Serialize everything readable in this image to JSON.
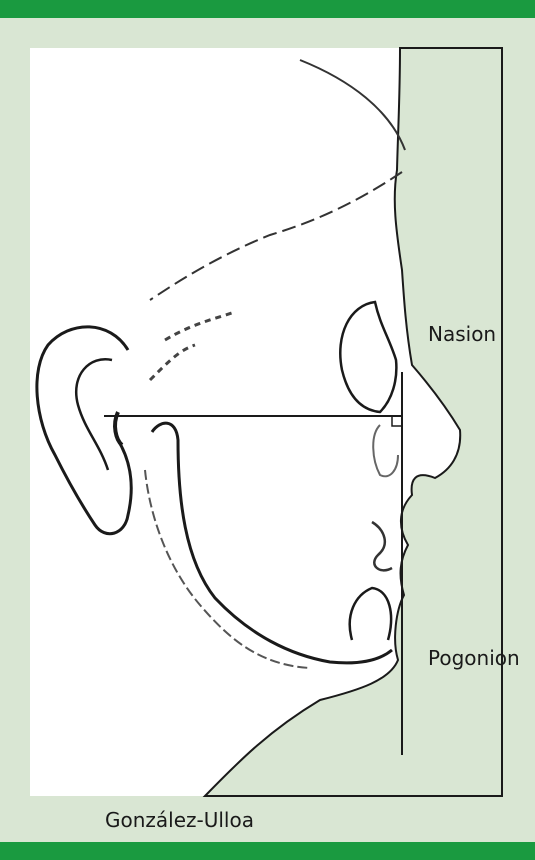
{
  "labels": {
    "nasion": "Nasion",
    "pogonion": "Pogonion"
  },
  "caption": "González-Ulloa",
  "colors": {
    "frame_green": "#1a9a40",
    "background_green": "#d9e6d3",
    "panel_white": "#ffffff",
    "line": "#1a1a1a"
  }
}
